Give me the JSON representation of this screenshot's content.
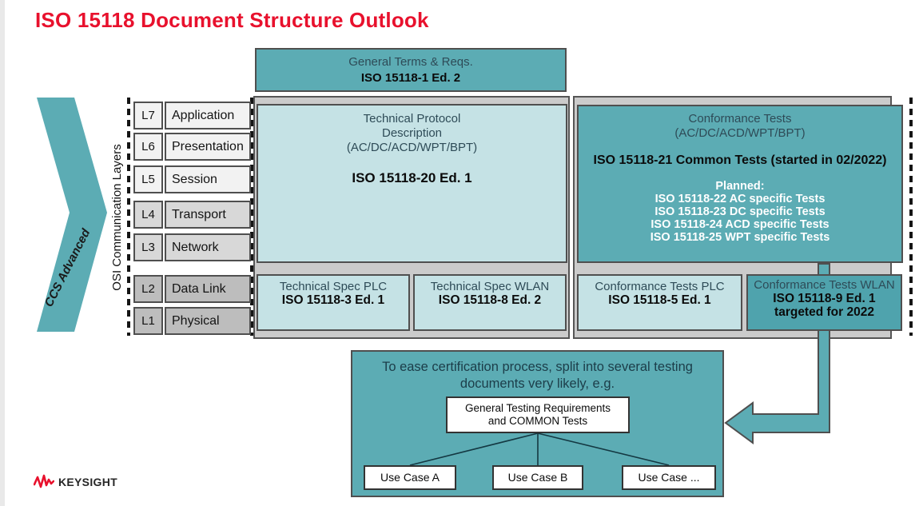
{
  "title": "ISO 15118 Document Structure Outlook",
  "top_box": {
    "line1": "General Terms & Reqs.",
    "line2": "ISO 15118-1 Ed. 2"
  },
  "chevron_label": "CCS Advanced",
  "osi_axis_label": "OSI Communication Layers",
  "layers": [
    {
      "id": "L7",
      "name": "Application"
    },
    {
      "id": "L6",
      "name": "Presentation"
    },
    {
      "id": "L5",
      "name": "Session"
    },
    {
      "id": "L4",
      "name": "Transport"
    },
    {
      "id": "L3",
      "name": "Network"
    },
    {
      "id": "L2",
      "name": "Data Link"
    },
    {
      "id": "L1",
      "name": "Physical"
    }
  ],
  "tech_protocol_box": {
    "title_lines": [
      "Technical Protocol",
      "Description",
      "(AC/DC/ACD/WPT/BPT)"
    ],
    "doc": "ISO 15118-20 Ed. 1"
  },
  "conformance_box": {
    "title_line1": "Conformance Tests",
    "title_line2": "(AC/DC/ACD/WPT/BPT)",
    "common": "ISO 15118-21 Common Tests (started in 02/2022)",
    "planned_heading": "Planned:",
    "planned": [
      "ISO 15118-22 AC specific Tests",
      "ISO 15118-23 DC specific Tests",
      "ISO 15118-24 ACD specific Tests",
      "ISO 15118-25 WPT specific Tests"
    ]
  },
  "row2": [
    {
      "title": "Technical Spec PLC",
      "doc": "ISO 15118-3 Ed. 1"
    },
    {
      "title": "Technical Spec WLAN",
      "doc": "ISO 15118-8 Ed. 2"
    },
    {
      "title": "Conformance Tests PLC",
      "doc": "ISO 15118-5 Ed. 1"
    },
    {
      "title": "Conformance Tests WLAN",
      "doc": "ISO 15118-9 Ed. 1",
      "doc2": "targeted for 2022"
    }
  ],
  "bottom_box": {
    "line1": "To ease certification process, split into several testing",
    "line2": "documents very likely, e.g.",
    "general_line1": "General Testing Requirements",
    "general_line2": "and COMMON Tests",
    "use_cases": [
      "Use Case A",
      "Use Case B",
      "Use Case ..."
    ]
  },
  "logo": {
    "text": "KEYSIGHT"
  },
  "colors": {
    "title_red": "#E8112D",
    "teal": "#5CACB4",
    "light_teal": "#C5E2E5",
    "dark_teal": "#4FA3AD",
    "band_gray": "#CBCBCB",
    "border_dark": "#4F4F4F",
    "heading_slate": "#2E4B57"
  }
}
